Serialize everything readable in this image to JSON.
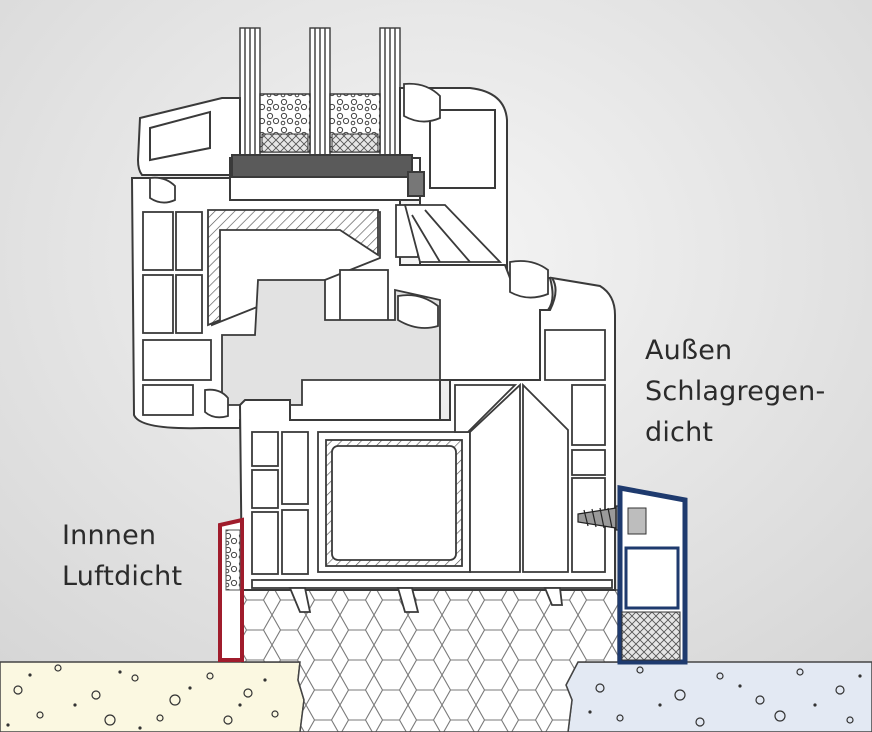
{
  "labels": {
    "outside": {
      "line1": "Außen",
      "line2": "Schlagregen-",
      "line3": "dicht"
    },
    "inside": {
      "line1": "Innnen",
      "line2": "Luftdicht"
    }
  },
  "colors": {
    "background_center": "#f4f4f4",
    "background_edge": "#d9d9d9",
    "profile_outline": "#3a3a3a",
    "profile_fill": "#ffffff",
    "inner_seal": "#a01c2c",
    "outer_seal": "#1e3a6e",
    "insulation_fill": "#ffffff",
    "inner_wall": "#fbf8e1",
    "outer_wall": "#e3e9f3",
    "text": "#2b2b2b"
  },
  "icons": [
    "screw-icon",
    "seal-tape-inner",
    "seal-tape-outer",
    "foam-insulation",
    "masonry-wall"
  ]
}
